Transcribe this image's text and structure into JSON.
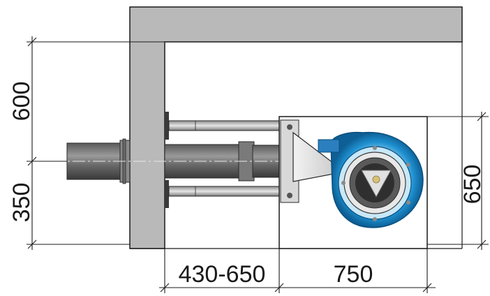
{
  "drawing": {
    "colors": {
      "wall": "#b9b9b9",
      "line": "#1a1a1a",
      "steel_light": "#d2d2d2",
      "steel_mid": "#9a9a9a",
      "steel_dark": "#4a4a4a",
      "volute_blue": "#1e90d0",
      "volute_light": "#9fd3f0",
      "brass": "#d8c07a"
    },
    "dimensions": {
      "top_left": "600",
      "bottom_left": "350",
      "right": "650",
      "bottom_span_1": "430-650",
      "bottom_span_2": "750"
    }
  }
}
